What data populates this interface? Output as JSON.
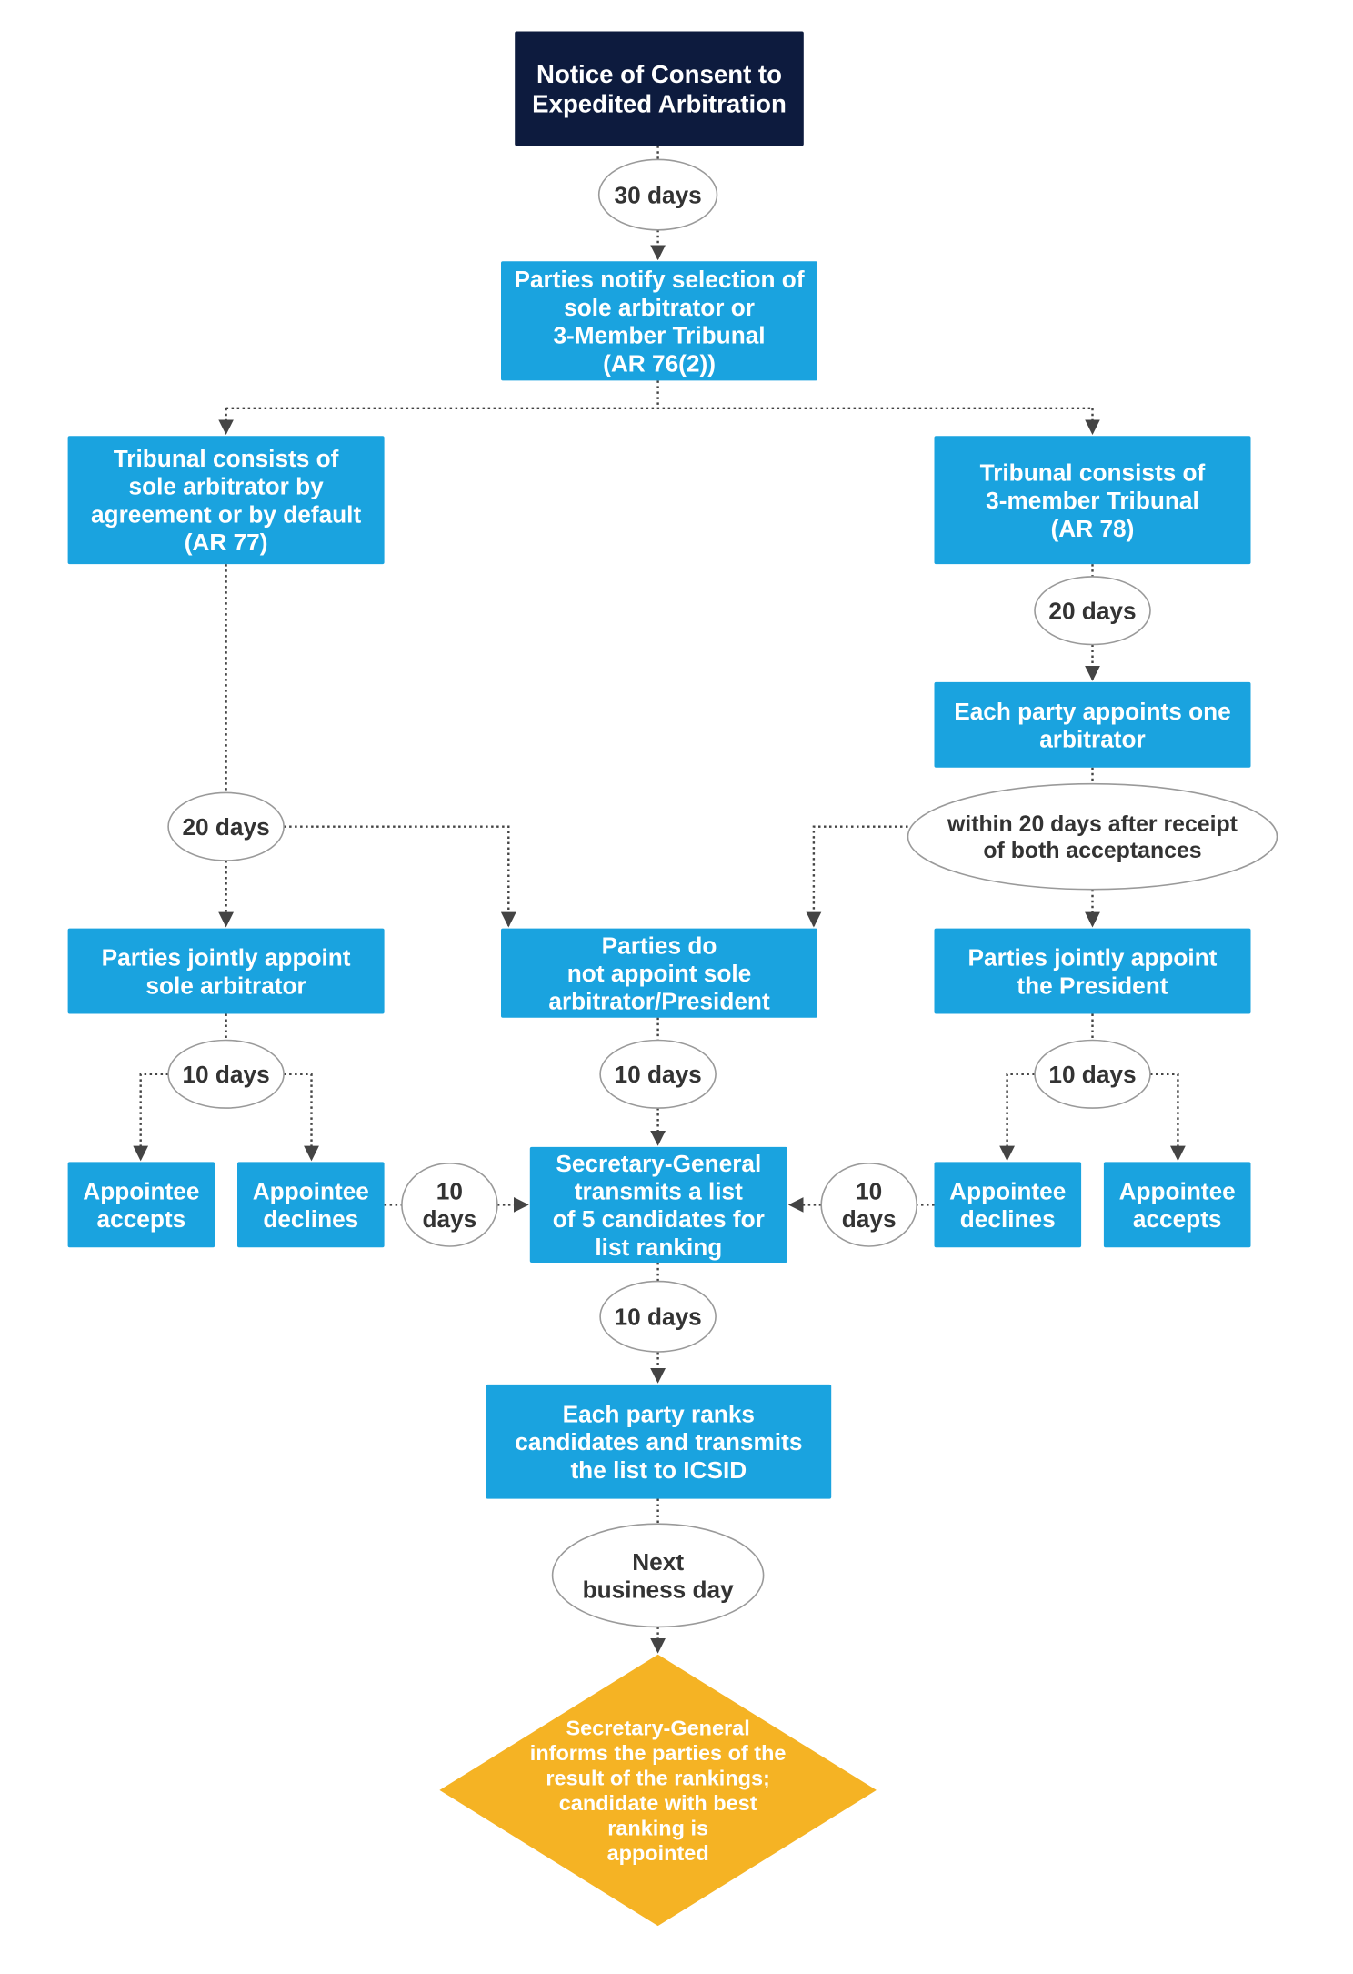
{
  "colors": {
    "start_fill": "#0d1b3e",
    "process_fill": "#1aa3df",
    "decision_fill": "#f5b324",
    "box_text": "#ffffff",
    "ellipse_text": "#333333",
    "ellipse_stroke": "#9a9a9a",
    "connector": "#444444"
  },
  "nodes": {
    "start": [
      "Notice of Consent to",
      "Expedited Arbitration"
    ],
    "notify": [
      "Parties notify selection of",
      "sole arbitrator or",
      "3-Member Tribunal",
      "(AR 76(2))"
    ],
    "sole": [
      "Tribunal consists of",
      "sole arbitrator by",
      "agreement or by default",
      "(AR 77)"
    ],
    "three": [
      "Tribunal consists of",
      "3-member Tribunal",
      "(AR 78)"
    ],
    "each_appoints": [
      "Each party appoints one",
      "arbitrator"
    ],
    "joint_sole": [
      "Parties jointly appoint",
      "sole arbitrator"
    ],
    "not_appoint": [
      "Parties do",
      "not appoint sole",
      "arbitrator/President"
    ],
    "joint_president": [
      "Parties jointly appoint",
      "the President"
    ],
    "accepts_left": [
      "Appointee",
      "accepts"
    ],
    "declines_left": [
      "Appointee",
      "declines"
    ],
    "sg_list": [
      "Secretary-General",
      "transmits a list",
      "of 5 candidates for",
      "list ranking"
    ],
    "declines_right": [
      "Appointee",
      "declines"
    ],
    "accepts_right": [
      "Appointee",
      "accepts"
    ],
    "ranks": [
      "Each party ranks",
      "candidates and transmits",
      "the list to ICSID"
    ],
    "final": [
      "Secretary-General",
      "informs the parties of the",
      "result of the rankings;",
      "candidate with best",
      "ranking is",
      "appointed"
    ]
  },
  "timings": {
    "t_30": [
      "30 days"
    ],
    "t_20_right": [
      "20 days"
    ],
    "t_within": [
      "within 20 days after receipt",
      "of both acceptances"
    ],
    "t_20_left": [
      "20 days"
    ],
    "t_10_left": [
      "10 days"
    ],
    "t_10_center": [
      "10 days"
    ],
    "t_10_right": [
      "10 days"
    ],
    "t_10_side_left": [
      "10",
      "days"
    ],
    "t_10_side_right": [
      "10",
      "days"
    ],
    "t_10_lower": [
      "10 days"
    ],
    "t_next": [
      "Next",
      "business day"
    ]
  }
}
